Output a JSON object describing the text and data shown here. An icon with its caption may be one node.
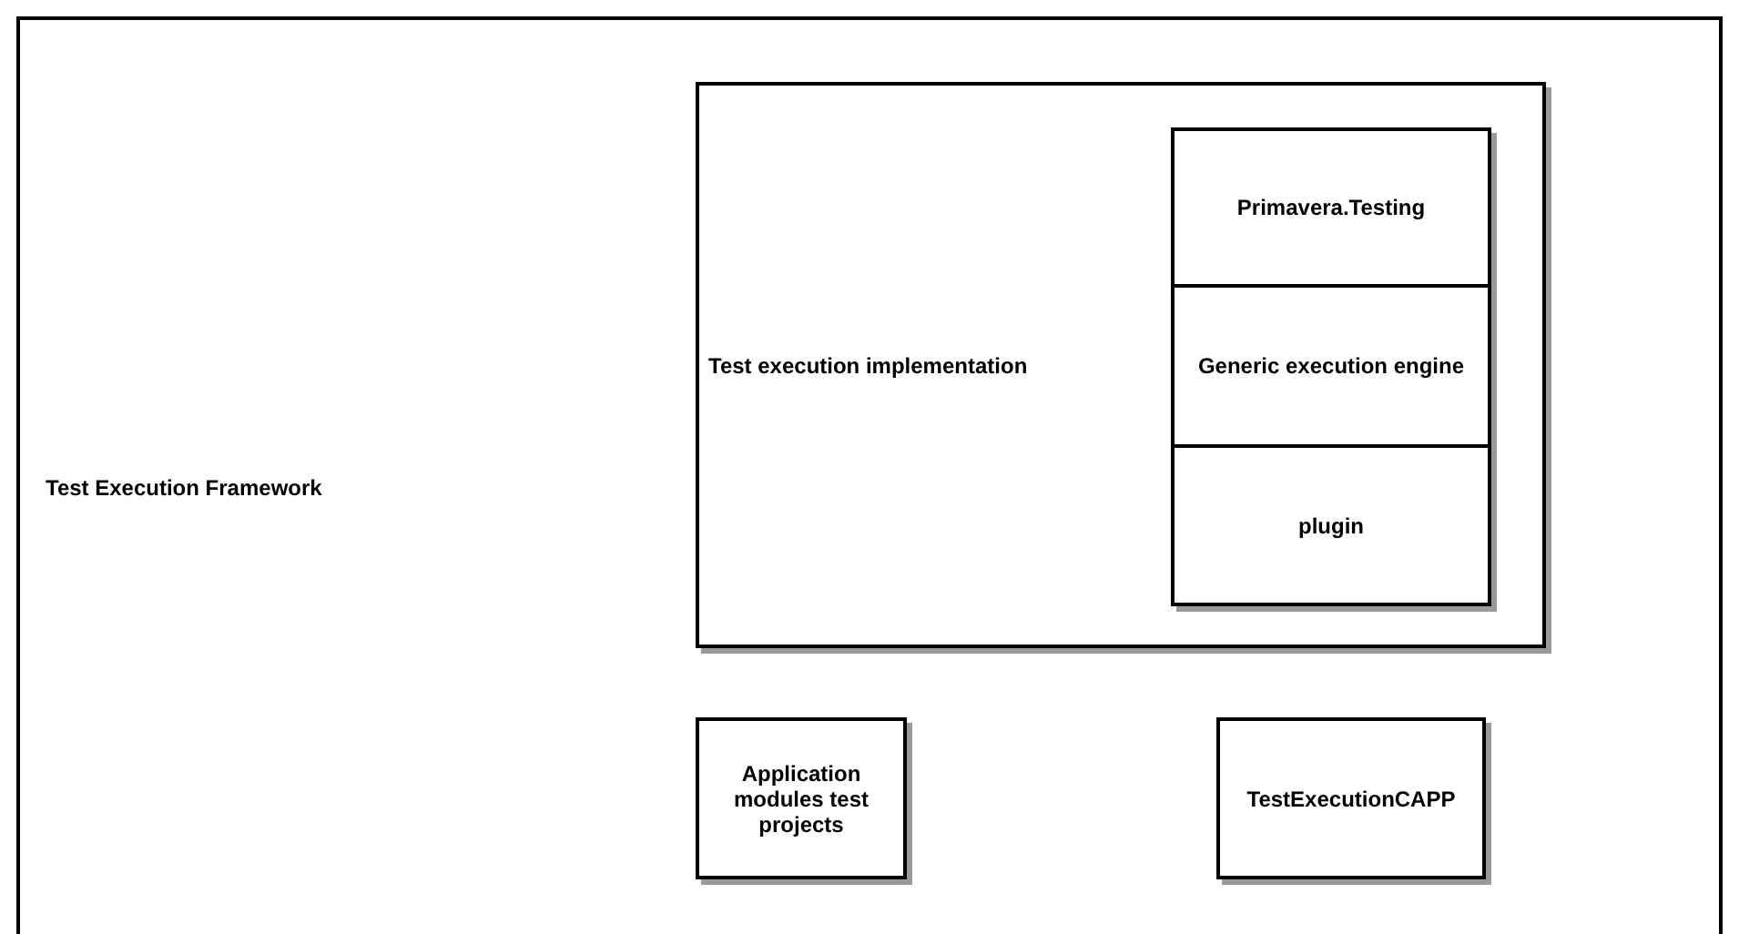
{
  "diagram": {
    "nodes": [
      {
        "text": [
          "Test Execution Framework"
        ]
      },
      {
        "text": [
          "Test execution implementation"
        ],
        "in": 0
      },
      {
        "text": [
          "Primavera.Testing"
        ],
        "in": 1
      },
      {
        "text": [
          "Generic execution engine"
        ],
        "in": 1
      },
      {
        "text": [
          "plugin"
        ],
        "in": 1
      },
      {
        "text": [
          "Application modules test projects"
        ],
        "in": 0
      },
      {
        "text": [
          "TestExecutionCAPP"
        ],
        "in": 0
      }
    ]
  }
}
